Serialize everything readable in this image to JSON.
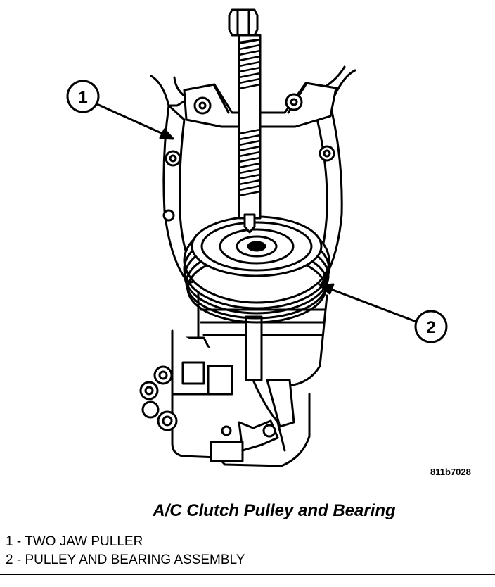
{
  "figure": {
    "figure_id": "811b7028",
    "callouts": [
      {
        "number": "1"
      },
      {
        "number": "2"
      }
    ]
  },
  "caption": "A/C Clutch Pulley and Bearing",
  "legend": [
    "1 - TWO JAW PULLER",
    "2 - PULLEY AND BEARING ASSEMBLY"
  ]
}
